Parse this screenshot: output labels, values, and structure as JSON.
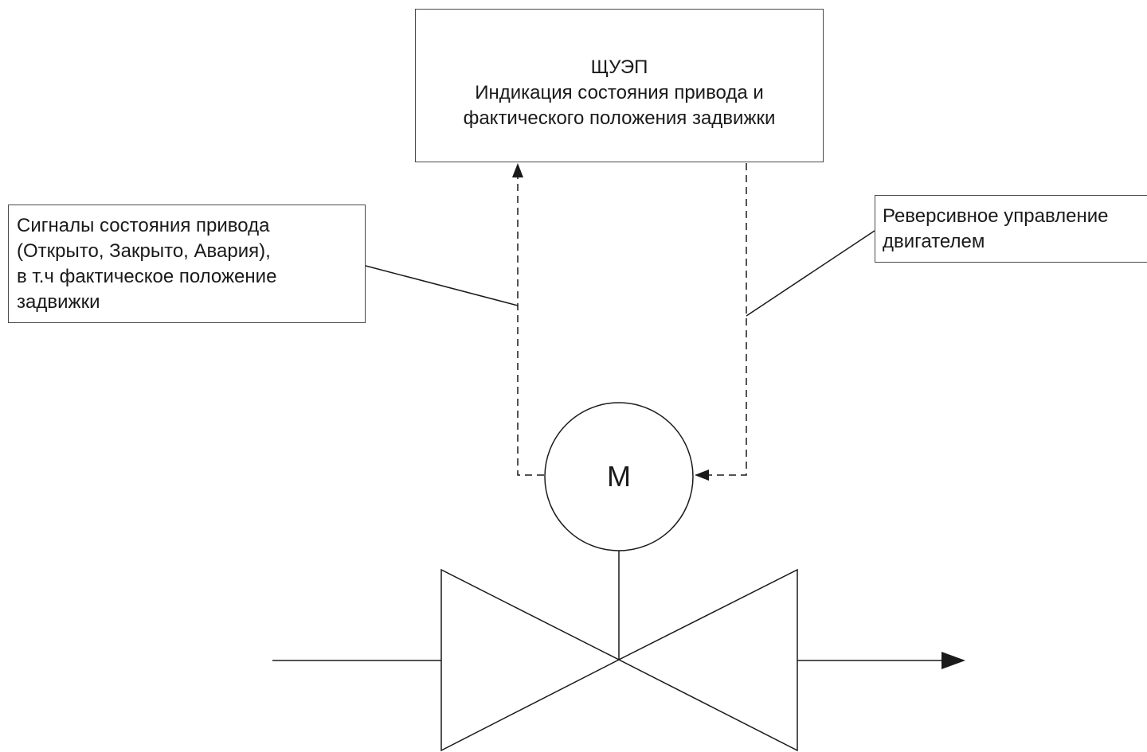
{
  "schuep_box": {
    "lines": [
      "ЩУЭП",
      "Индикация состояния привода и",
      "фактического положения задвижки"
    ]
  },
  "signals_callout": {
    "lines": [
      "Сигналы состояния привода",
      "(Открыто, Закрыто, Авария),",
      "в т.ч фактическое положение",
      "задвижки"
    ]
  },
  "reverse_callout": {
    "lines": [
      "Реверсивное управление",
      "двигателем"
    ]
  },
  "motor": {
    "label": "М"
  },
  "colors": {
    "line": "#1a1a1a",
    "box_border": "#4a4a4a",
    "background": "#ffffff"
  }
}
